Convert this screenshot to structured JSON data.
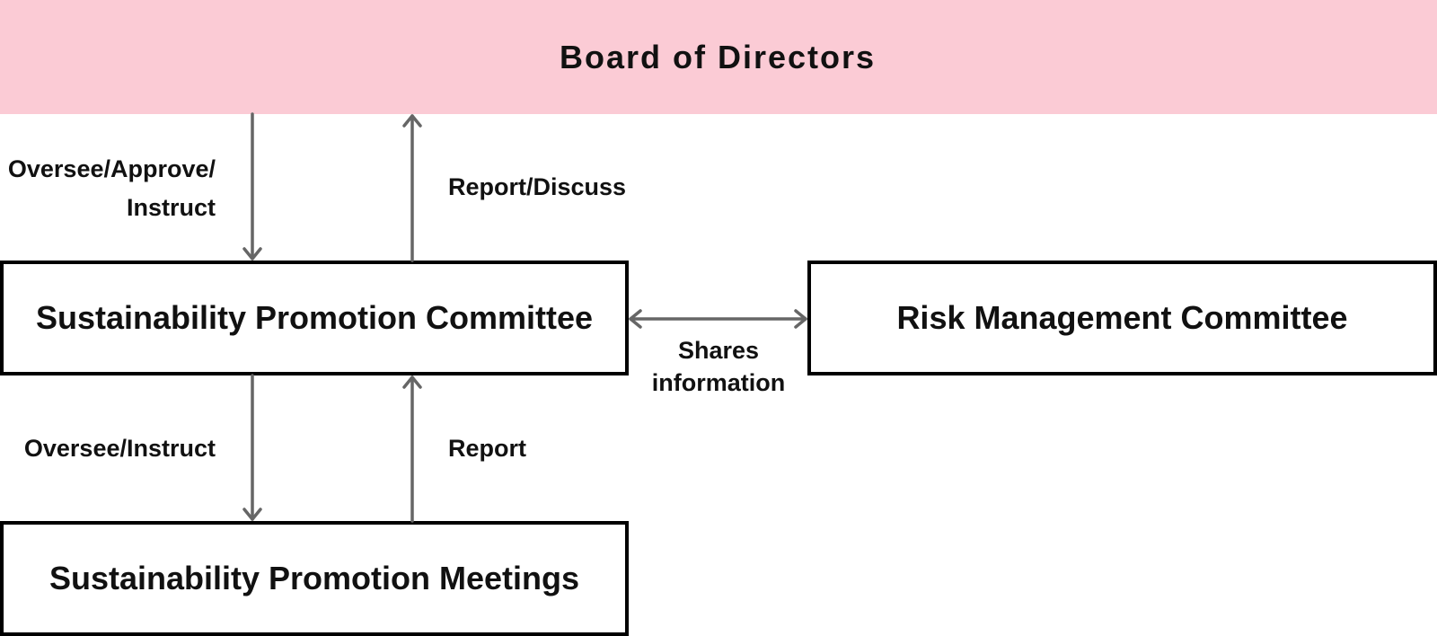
{
  "board": {
    "title": "Board of Directors",
    "color": "#fbcbd5"
  },
  "committee": {
    "title": "Sustainability Promotion Committee"
  },
  "risk_committee": {
    "title": "Risk Management Committee"
  },
  "meetings": {
    "title": "Sustainability Promotion Meetings"
  },
  "edges": {
    "board_to_committee": {
      "line1": "Oversee/Approve/",
      "line2": "Instruct"
    },
    "committee_to_board": {
      "label": "Report/Discuss"
    },
    "committee_risk_bidirectional": {
      "line1": "Shares",
      "line2": "information"
    },
    "committee_to_meetings": {
      "label": "Oversee/Instruct"
    },
    "meetings_to_committee": {
      "label": "Report"
    }
  },
  "colors": {
    "arrow": "#666666",
    "box_border": "#000000"
  }
}
